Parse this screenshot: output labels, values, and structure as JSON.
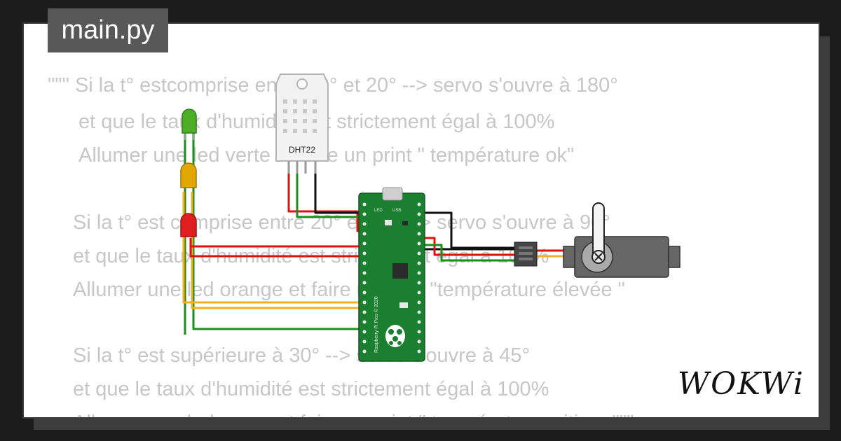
{
  "file_tab": {
    "label": "main.py"
  },
  "code_comment": {
    "lines": [
      "\"\"\" Si la t° estcomprise entre 10° et 20° --> servo s'ouvre à 180°",
      "et que le taux d'humidité est strictement égal à 100%",
      "Allumer une led verte et faire un print \" température ok\"",
      "Si la t° est comprise entre 20° et 30° --> servo s'ouvre à 90°",
      "et que le taux d'humidité est strictement égal à 100%",
      "Allumer une led orange et faire un print \"température élevée \"",
      "Si la t° est supérieure à 30° --> servo s'ouvre à 45°",
      "et que le taux d'humidité est strictement égal à 100%",
      "Allumer une led rouge et faire un print \" température critique\"\"\""
    ]
  },
  "components": {
    "sensor_label": "DHT22",
    "board_label": "Raspberry Pi Pico © 2020",
    "board_led_label": "LED",
    "board_usb_label": "USB",
    "leds": [
      {
        "color": "green",
        "hex": "#4caf26"
      },
      {
        "color": "orange",
        "hex": "#e0a800"
      },
      {
        "color": "red",
        "hex": "#e02020"
      }
    ],
    "wire_colors": {
      "green": "#1f8a1f",
      "red": "#e01010",
      "black": "#111111",
      "orange": "#f0b020"
    }
  },
  "brand": {
    "name": "WOKWi"
  }
}
